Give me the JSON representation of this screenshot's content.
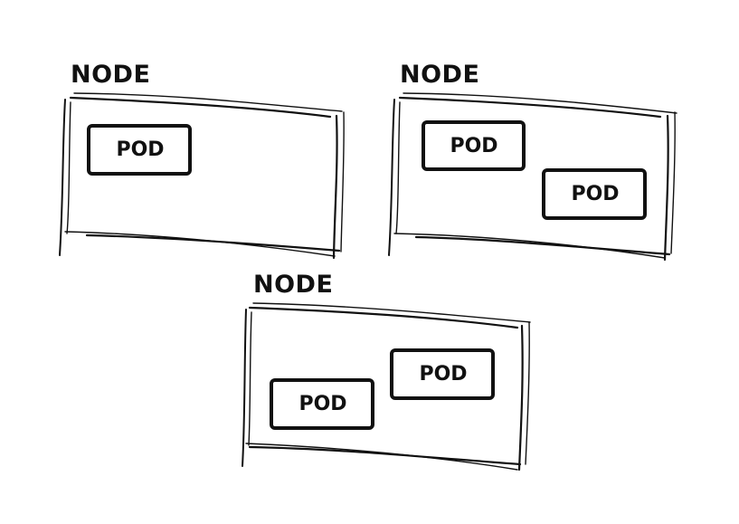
{
  "diagram": {
    "colors": {
      "background": "#ffffff",
      "stroke": "#111111"
    },
    "nodes": [
      {
        "label": "NODE",
        "pods": [
          {
            "label": "POD"
          }
        ]
      },
      {
        "label": "NODE",
        "pods": [
          {
            "label": "POD"
          },
          {
            "label": "POD"
          }
        ]
      },
      {
        "label": "NODE",
        "pods": [
          {
            "label": "POD"
          },
          {
            "label": "POD"
          }
        ]
      }
    ]
  }
}
